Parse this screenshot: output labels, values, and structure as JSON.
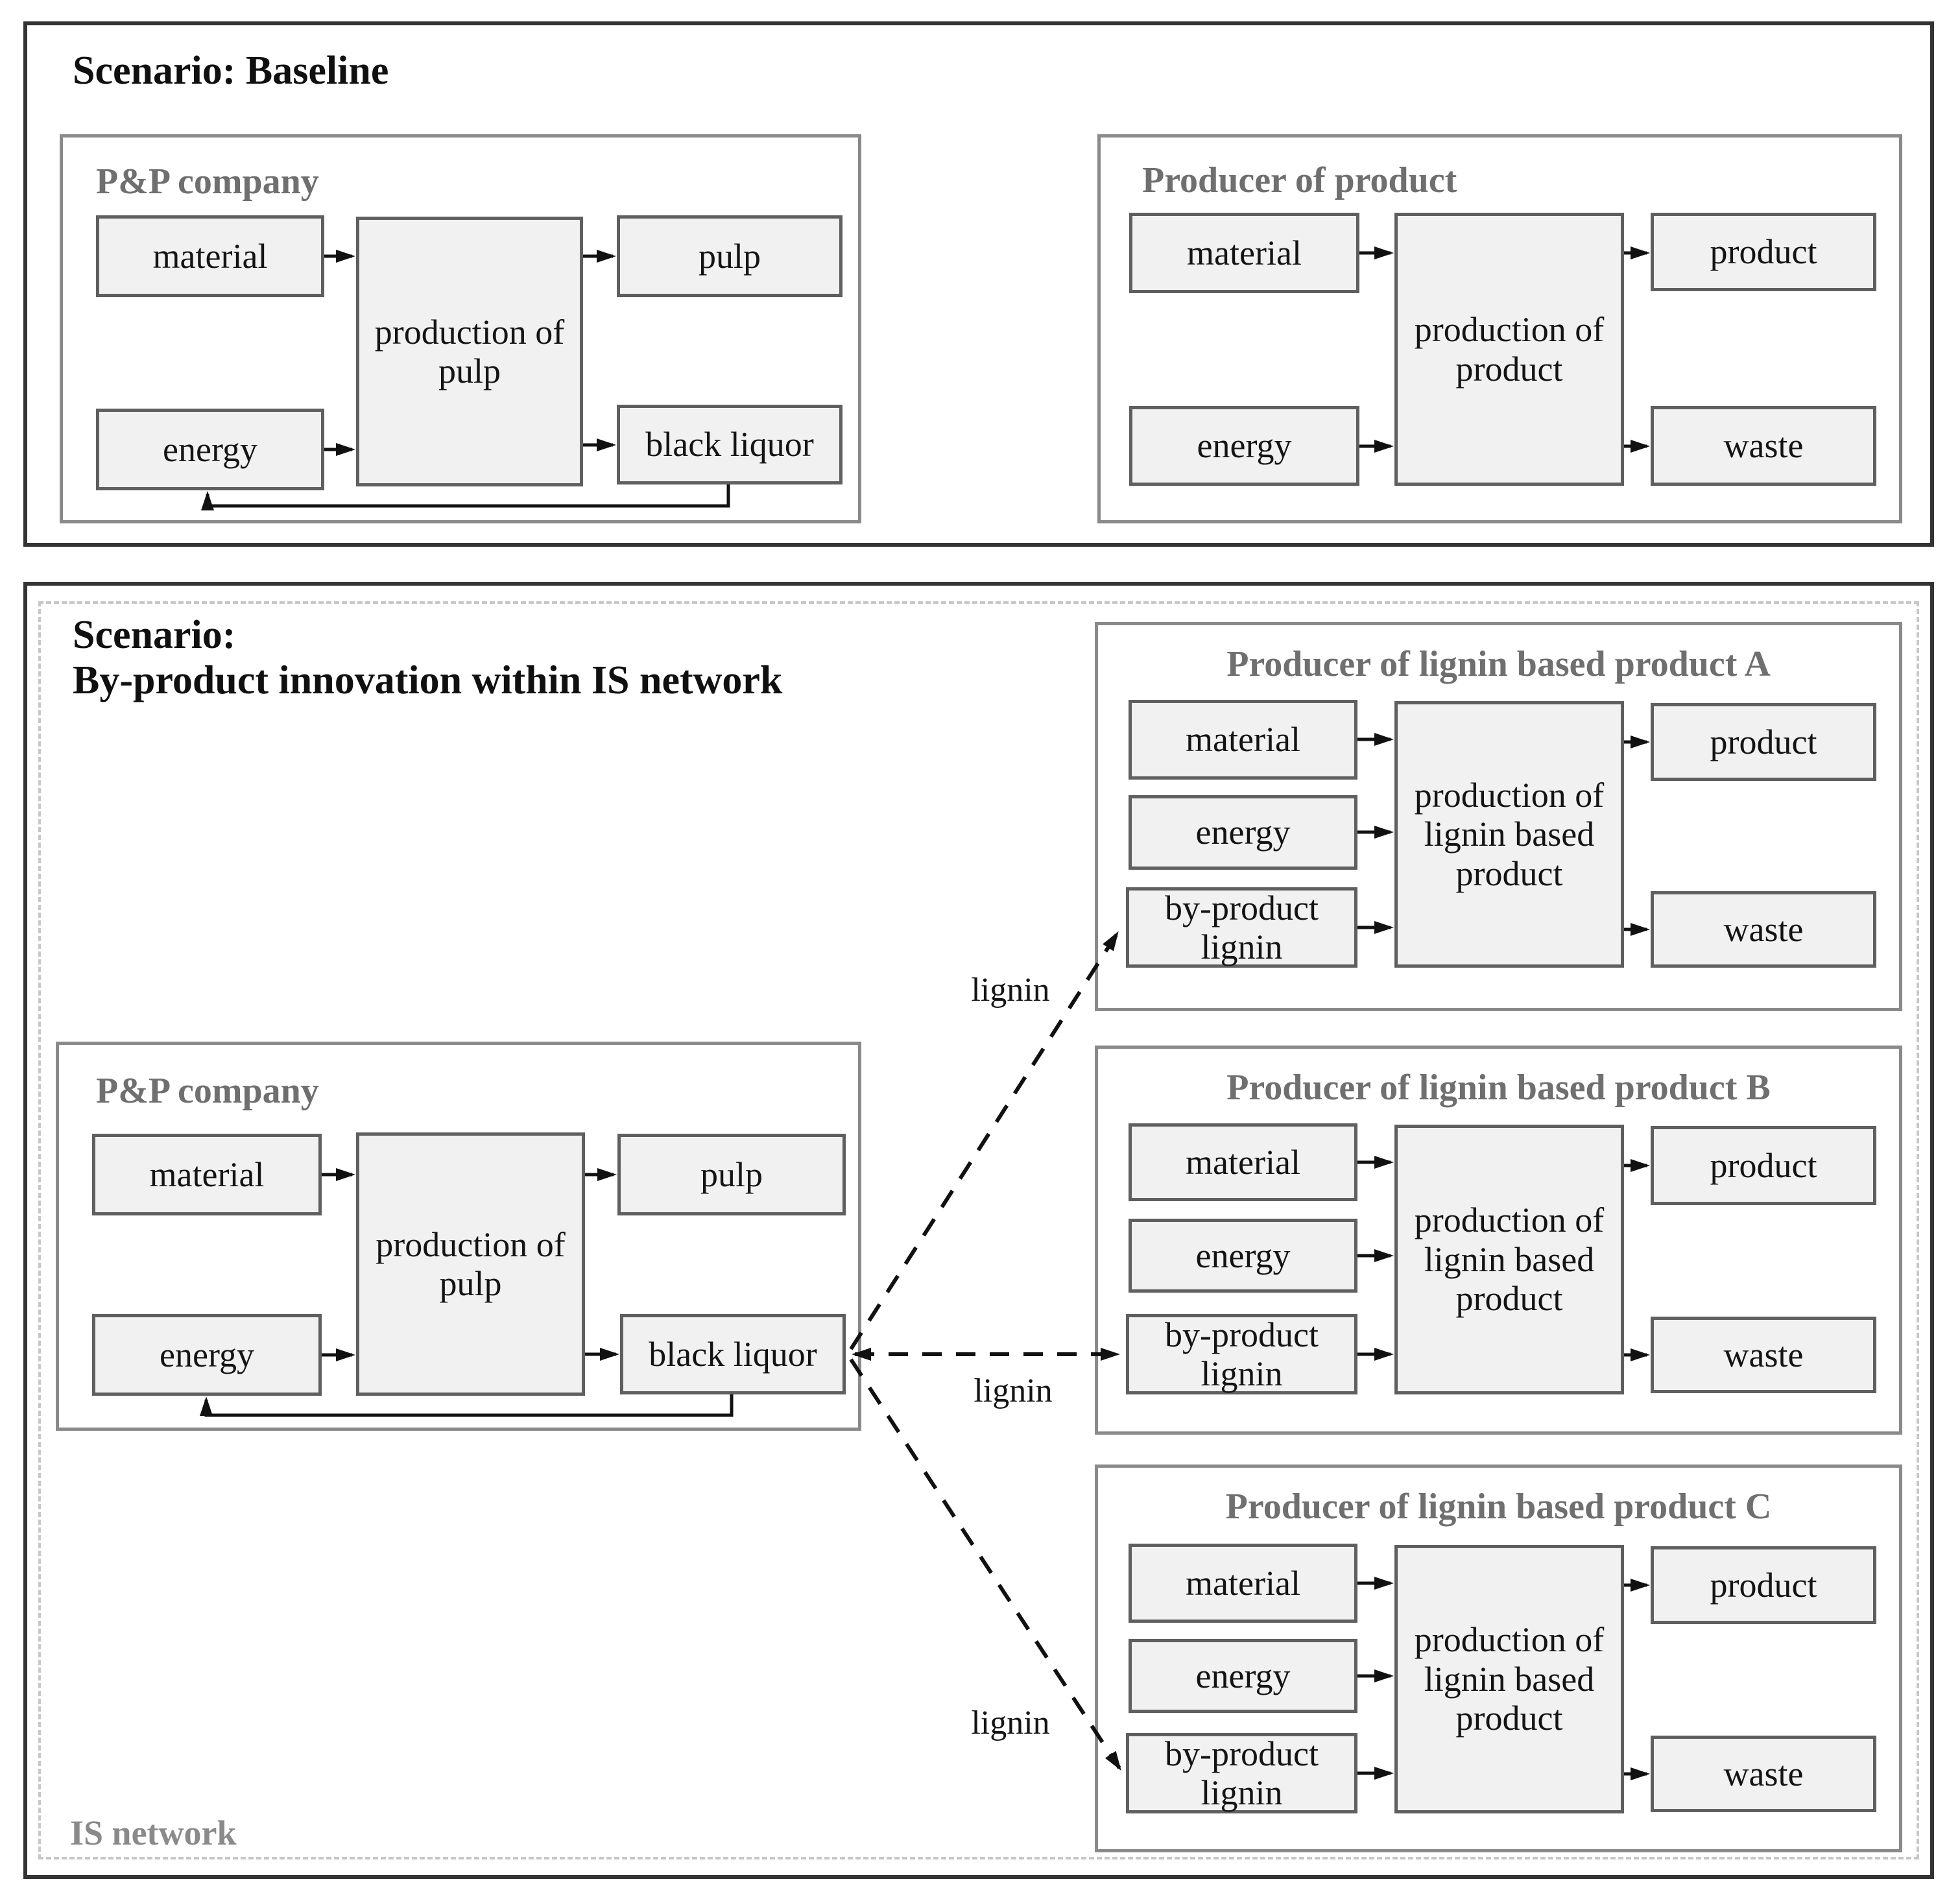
{
  "scenario_baseline": {
    "title": "Scenario: Baseline",
    "pp_company": {
      "title": "P&P company",
      "material": "material",
      "energy": "energy",
      "production": "production of pulp",
      "pulp": "pulp",
      "black_liquor": "black liquor"
    },
    "producer": {
      "title": "Producer of product",
      "material": "material",
      "energy": "energy",
      "production": "production of product",
      "product": "product",
      "waste": "waste"
    }
  },
  "scenario_is": {
    "title_line1": "Scenario:",
    "title_line2": "By-product innovation within IS network",
    "is_network_label": "IS network",
    "pp_company": {
      "title": "P&P company",
      "material": "material",
      "energy": "energy",
      "production": "production of pulp",
      "pulp": "pulp",
      "black_liquor": "black liquor"
    },
    "producers": [
      {
        "title": "Producer of lignin based product A",
        "material": "material",
        "energy": "energy",
        "by_product": "by-product lignin",
        "production": "production of lignin based product",
        "product": "product",
        "waste": "waste"
      },
      {
        "title": "Producer of lignin based product B",
        "material": "material",
        "energy": "energy",
        "by_product": "by-product lignin",
        "production": "production of lignin based product",
        "product": "product",
        "waste": "waste"
      },
      {
        "title": "Producer of lignin based product C",
        "material": "material",
        "energy": "energy",
        "by_product": "by-product lignin",
        "production": "production of lignin based product",
        "product": "product",
        "waste": "waste"
      }
    ],
    "flow_labels": {
      "to_a": "lignin",
      "to_b": "lignin",
      "to_c": "lignin"
    }
  },
  "colors": {
    "scenario_border": "#333333",
    "frame_border": "#8a8a8a",
    "box_border": "#5f5f5f",
    "box_fill": "#f1f1f1",
    "gray_title": "#6f6f6f",
    "dashed_border": "#c7c7c7",
    "arrow": "#111111"
  }
}
